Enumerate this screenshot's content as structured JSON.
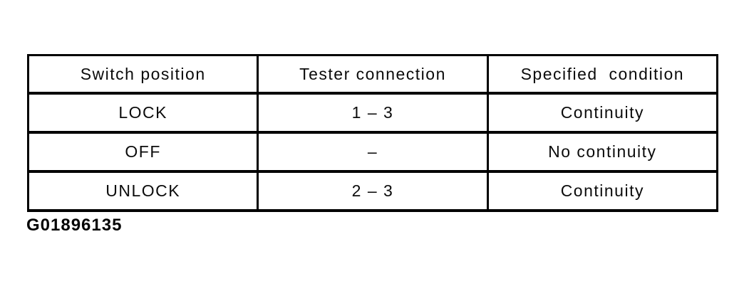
{
  "page": {
    "background": "#ffffff",
    "text_color": "#000000",
    "figure_id": "G01896135"
  },
  "table": {
    "border_color": "#000000",
    "headers": [
      "Switch position",
      "Tester connection",
      "Specified  condition"
    ],
    "rows": [
      [
        "LOCK",
        "1 – 3",
        "Continuity"
      ],
      [
        "OFF",
        "–",
        "No continuity"
      ],
      [
        "UNLOCK",
        "2 – 3",
        "Continuity"
      ]
    ]
  }
}
